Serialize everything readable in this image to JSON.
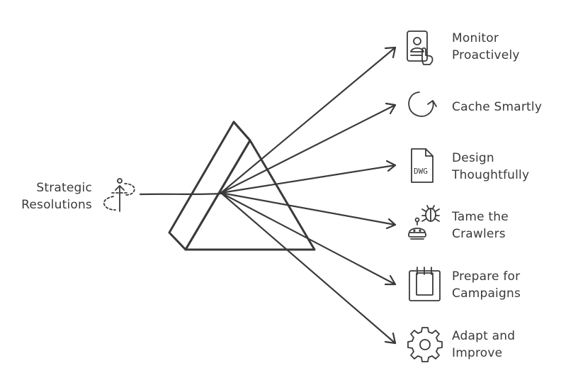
{
  "source": {
    "line1": "Strategic",
    "line2": "Resolutions",
    "icon": "person-arrow-up-icon"
  },
  "outputs": [
    {
      "line1": "Monitor",
      "line2": "Proactively",
      "icon": "profile-touch-icon"
    },
    {
      "line1": "Cache Smartly",
      "line2": "",
      "icon": "refresh-icon"
    },
    {
      "line1": "Design",
      "line2": "Thoughtfully",
      "icon": "dwg-file-icon"
    },
    {
      "line1": "Tame the",
      "line2": "Crawlers",
      "icon": "robot-bug-icon"
    },
    {
      "line1": "Prepare for",
      "line2": "Campaigns",
      "icon": "calendar-icon"
    },
    {
      "line1": "Adapt and",
      "line2": "Improve",
      "icon": "gear-icon"
    }
  ],
  "colors": {
    "stroke": "#3a3a3a",
    "background": "#ffffff"
  }
}
